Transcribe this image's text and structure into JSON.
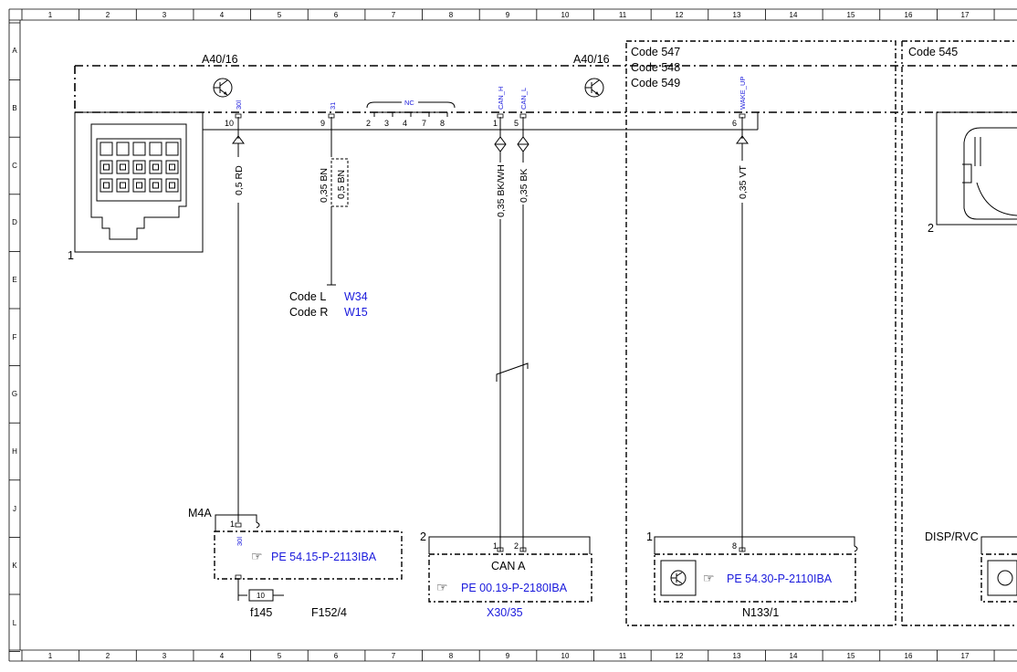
{
  "ruler": {
    "columns": [
      "1",
      "2",
      "3",
      "4",
      "5",
      "6",
      "7",
      "8",
      "9",
      "10",
      "11",
      "12",
      "13",
      "14",
      "15",
      "16",
      "17"
    ],
    "rows": [
      "A",
      "B",
      "C",
      "D",
      "E",
      "F",
      "G",
      "H",
      "J",
      "K",
      "L"
    ]
  },
  "components": {
    "a40_left": "A40/16",
    "a40_right": "A40/16",
    "codes_mid": [
      "Code 547",
      "Code 548",
      "Code 549"
    ],
    "code_right": "Code 545",
    "connector_num_left": "1",
    "connector_num_right": "2",
    "m4a": "M4A",
    "f145": "f145",
    "f1524": "F152/4",
    "fuse_num": "10",
    "x3035": "X30/35",
    "x3035_num": "2",
    "can_a": "CAN A",
    "n1331": "N133/1",
    "n1331_num": "1",
    "disp_rvc": "DISP/RVC"
  },
  "pins": {
    "p10": "10",
    "p9": "9",
    "nc_pins": [
      "2",
      "3",
      "4",
      "7",
      "8"
    ],
    "p1": "1",
    "p5": "5",
    "p6": "6",
    "m4a_pin": "1",
    "x_pin1": "1",
    "x_pin2": "2",
    "n_pin": "8"
  },
  "signals": {
    "s30l": "30l",
    "s31": "31",
    "nc": "NC",
    "can_h": "CAN_H",
    "can_l": "CAN_L",
    "wake_up": "WAKE_UP",
    "m4a_sig": "30l"
  },
  "wires": {
    "w1": "0,5 RD",
    "w2a": "0,35 BN",
    "w2b": "0,5 BN",
    "w3": "0,35 BK/WH",
    "w4": "0,35 BK",
    "w5": "0,35 VT"
  },
  "codes": {
    "code_l_label": "Code L",
    "code_l_value": "W34",
    "code_r_label": "Code R",
    "code_r_value": "W15"
  },
  "refs": {
    "ref1": "PE 54.15-P-2113IBA",
    "ref2": "PE 00.19-P-2180IBA",
    "ref3": "PE 54.30-P-2110IBA"
  },
  "icons": {
    "pointing_hand": "☞"
  }
}
